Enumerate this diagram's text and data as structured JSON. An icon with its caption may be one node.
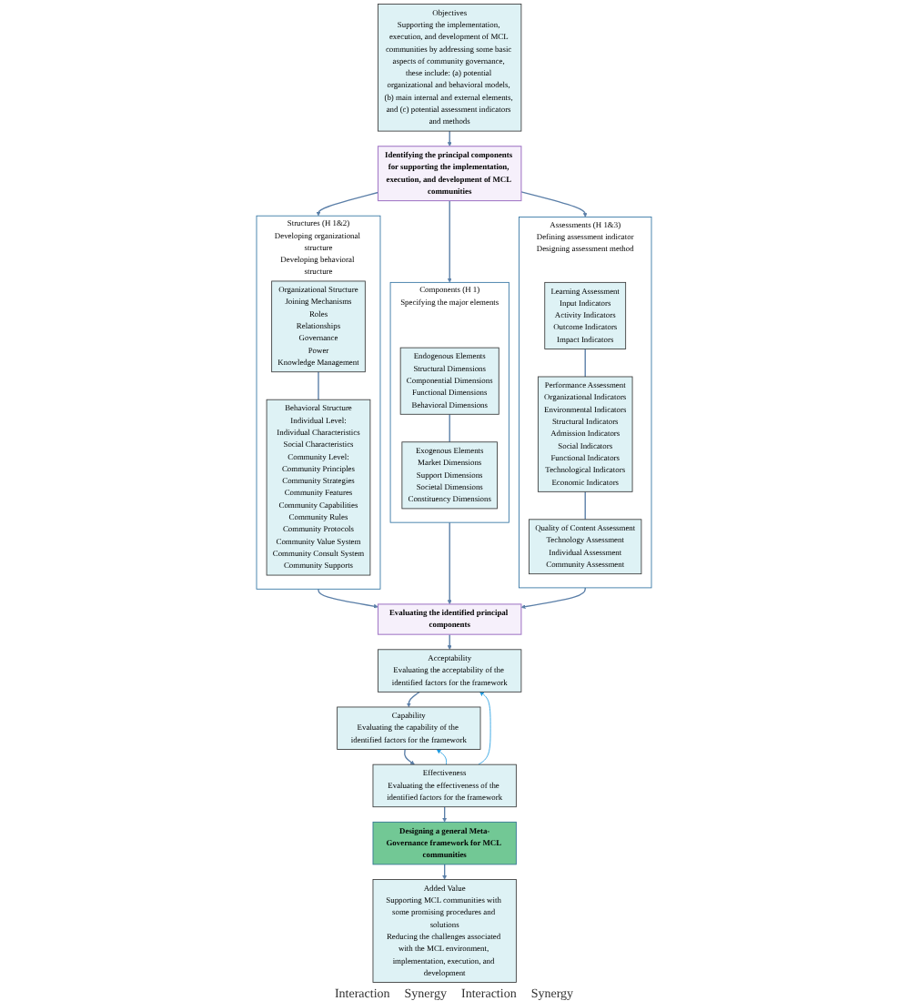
{
  "diagram": {
    "nodes": [
      {
        "text": [
          "Objectives",
          "Supporting the implementation, execution, and development of MCL communities by addressing some basic aspects of community governance, these include: (a) potential organizational and behavioral models, (b) main internal and external elements, and (c) potential assessment indicators and methods"
        ]
      },
      {
        "text": [
          "Identifying the principal components for supporting the implementation, execution, and development of MCL communities"
        ]
      },
      {
        "text": [
          "Structures (H 1&2)",
          "Developing organizational structure",
          "Developing behavioral structure"
        ]
      },
      {
        "text": [
          "Organizational Structure",
          "Joining Mechanisms",
          "Roles",
          "Relationships",
          "Governance",
          "Power",
          "Knowledge Management"
        ],
        "in": 2
      },
      {
        "text": [
          "Behavioral Structure",
          "Individual Level:",
          "Individual Characteristics",
          "Social Characteristics",
          "Community Level:",
          "Community Principles",
          "Community Strategies",
          "Community Features",
          "Community Capabilities",
          "Community Rules",
          "Community Protocols",
          "Community Value System",
          "Community Consult System",
          "Community Supports"
        ],
        "in": 2
      },
      {
        "text": [
          "Components (H 1)",
          "Specifying the major elements"
        ]
      },
      {
        "text": [
          "Endogenous Elements",
          "Structural Dimensions",
          "Componential Dimensions",
          "Functional Dimensions",
          "Behavioral Dimensions"
        ],
        "in": 5
      },
      {
        "text": [
          "Exogenous Elements",
          "Market Dimensions",
          "Support Dimensions",
          "Societal Dimensions",
          "Constituency Dimensions"
        ],
        "in": 5
      },
      {
        "text": [
          "Assessments (H 1&3)",
          "Defining assessment indicator",
          "Designing assessment method"
        ]
      },
      {
        "text": [
          "Learning Assessment",
          "Input Indicators",
          "Activity Indicators",
          "Outcome Indicators",
          "Impact Indicators"
        ],
        "in": 8
      },
      {
        "text": [
          "Performance Assessment",
          "Organizational Indicators",
          "Environmental Indicators",
          "Structural Indicators",
          "Admission Indicators",
          "Social Indicators",
          "Functional Indicators",
          "Technological Indicators",
          "Economic Indicators"
        ],
        "in": 8
      },
      {
        "text": [
          "Quality of Content Assessment",
          "Technology Assessment",
          "Individual Assessment",
          "Community Assessment"
        ],
        "in": 8
      },
      {
        "text": [
          "Evaluating the identified principal components"
        ]
      },
      {
        "text": [
          "Acceptability",
          "Evaluating the acceptability of the identified factors for the framework"
        ]
      },
      {
        "text": [
          "Capability",
          "Evaluating the capability of the identified factors for the framework"
        ]
      },
      {
        "text": [
          "Effectiveness",
          "Evaluating the effectiveness of the identified factors for the framework"
        ]
      },
      {
        "text": [
          "Designing a general Meta-Governance framework for MCL communities"
        ]
      },
      {
        "text": [
          "Added Value",
          "Supporting MCL communities with some promising procedures and solutions",
          "Reducing the challenges associated with the MCL environment, implementation, execution, and development"
        ]
      }
    ],
    "edges": [
      {
        "from": 0,
        "to": 1,
        "arrow": "to"
      },
      {
        "from": 1,
        "to": 2,
        "arrow": "to"
      },
      {
        "from": 1,
        "to": 5,
        "arrow": "to"
      },
      {
        "from": 1,
        "to": 8,
        "arrow": "to"
      },
      {
        "from": 3,
        "to": 4,
        "arrow": "none"
      },
      {
        "from": 6,
        "to": 7,
        "arrow": "none"
      },
      {
        "from": 9,
        "to": 10,
        "arrow": "none"
      },
      {
        "from": 10,
        "to": 11,
        "arrow": "none"
      },
      {
        "from": 2,
        "to": 12,
        "arrow": "to"
      },
      {
        "from": 5,
        "to": 12,
        "arrow": "to"
      },
      {
        "from": 8,
        "to": 12,
        "arrow": "to"
      },
      {
        "from": 12,
        "to": 13,
        "arrow": "to"
      },
      {
        "from": 13,
        "to": 14,
        "arrow": "to"
      },
      {
        "from": 14,
        "to": 15,
        "arrow": "to"
      },
      {
        "from": 15,
        "to": 13,
        "arrow": "to",
        "color": "#1e9be0"
      },
      {
        "from": 15,
        "to": 14,
        "arrow": "to",
        "color": "#1e9be0"
      },
      {
        "from": 15,
        "to": 16,
        "arrow": "to"
      },
      {
        "from": 16,
        "to": 17,
        "arrow": "to"
      }
    ],
    "labels": [
      "Interaction",
      "Synergy",
      "Interaction",
      "Synergy"
    ]
  }
}
